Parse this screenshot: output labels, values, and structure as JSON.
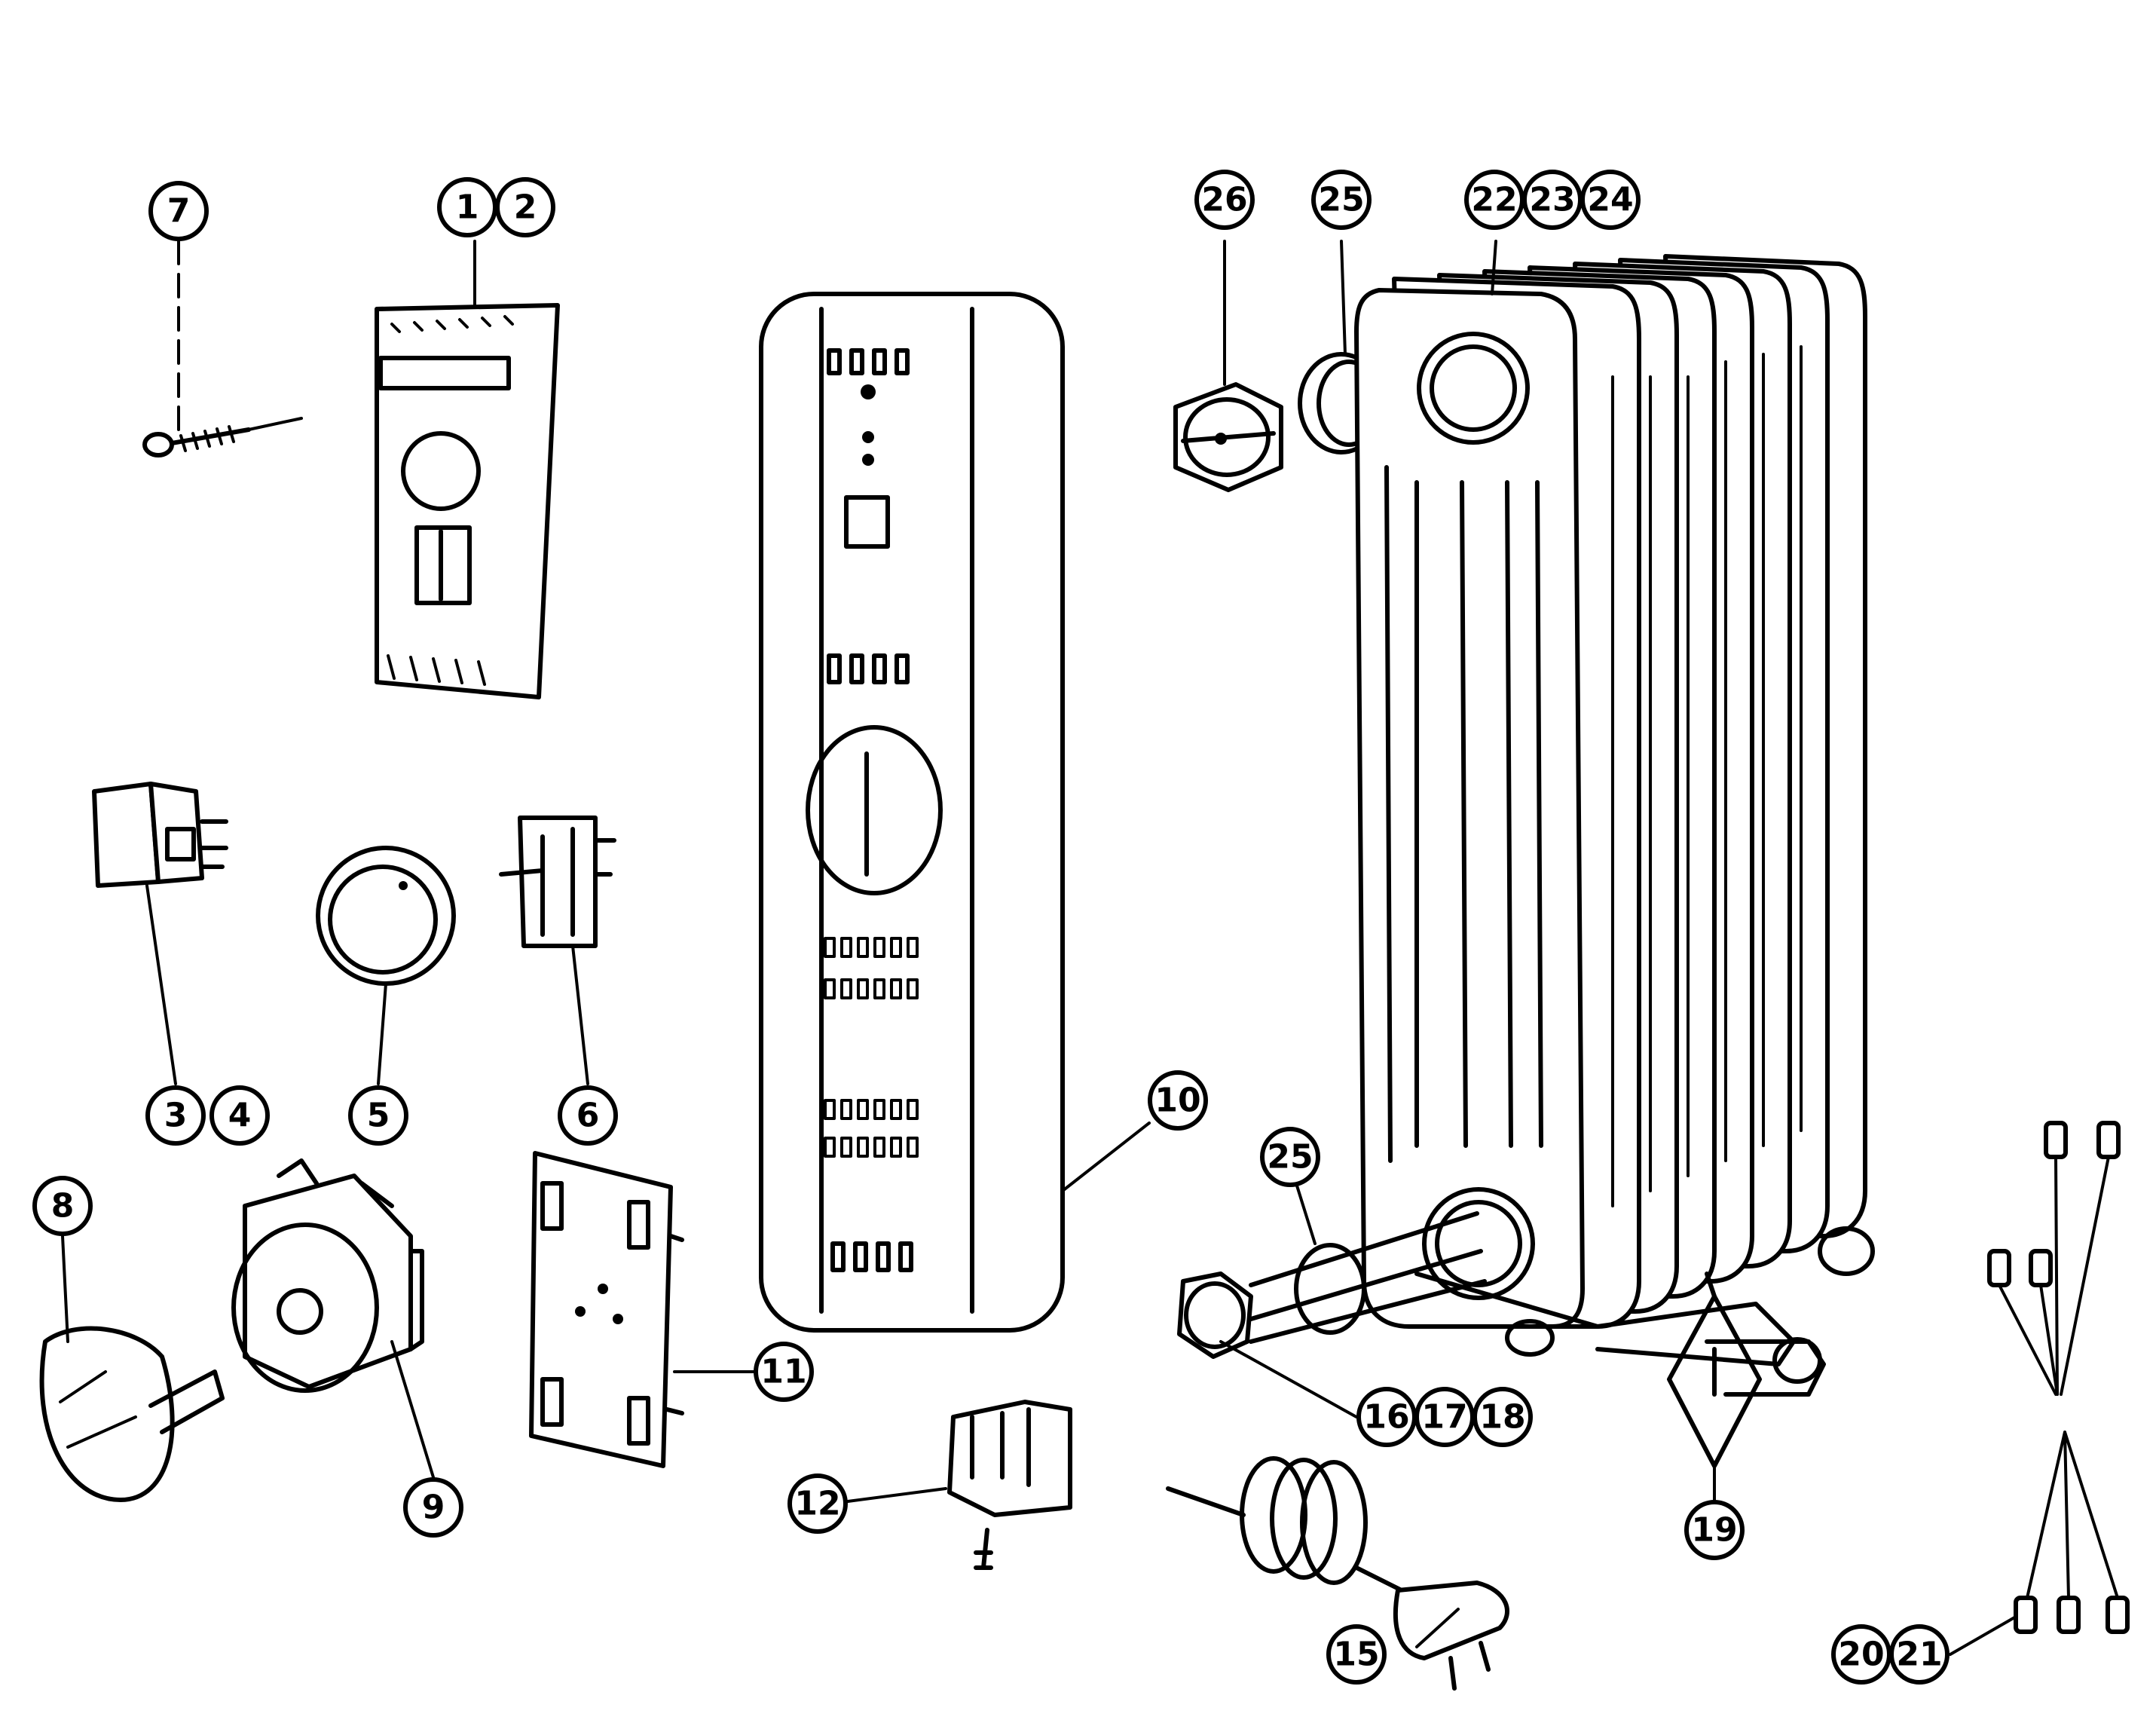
{
  "callouts": {
    "c1": "1",
    "c2": "2",
    "c3": "3",
    "c4": "4",
    "c5": "5",
    "c6": "6",
    "c7": "7",
    "c8": "8",
    "c9": "9",
    "c10": "10",
    "c11": "11",
    "c12": "12",
    "c15": "15",
    "c16": "16",
    "c17": "17",
    "c18": "18",
    "c19": "19",
    "c20": "20",
    "c21": "21",
    "c22": "22",
    "c23": "23",
    "c24": "24",
    "c25a": "25",
    "c25b": "25",
    "c26": "26"
  }
}
